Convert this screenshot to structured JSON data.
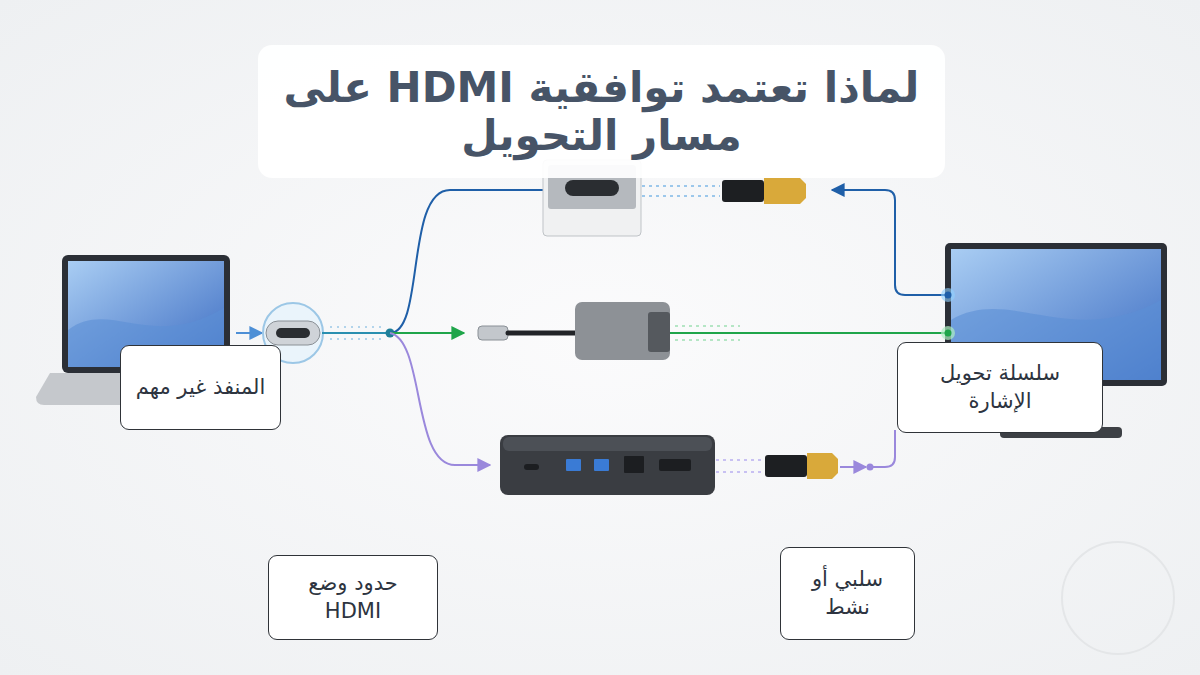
{
  "diagram": {
    "title": "لماذا تعتمد توافقية HDMI على مسار التحويل",
    "nodes": [
      {
        "text": [
          "المنفذ غير مهم"
        ]
      },
      {
        "text": [
          "سلسلة تحويل الإشارة"
        ]
      },
      {
        "text": [
          "حدود وضع HDMI"
        ]
      },
      {
        "text": [
          "سلبي أو نشط"
        ]
      }
    ]
  }
}
